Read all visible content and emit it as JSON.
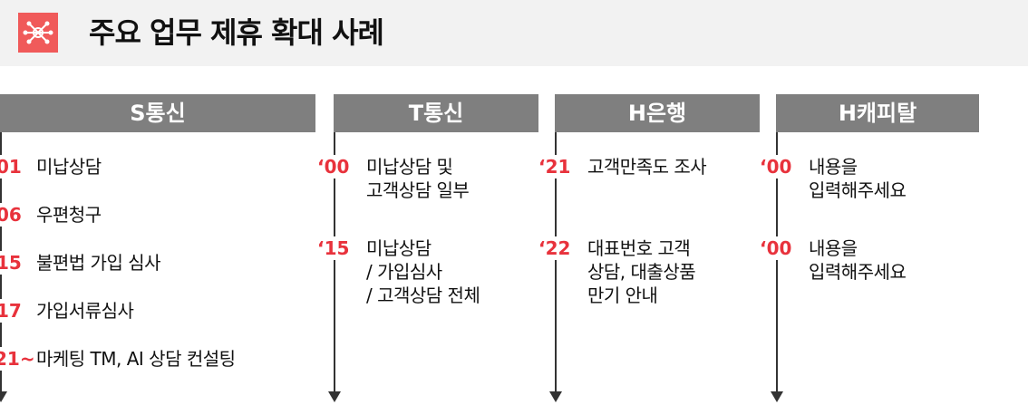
{
  "header": {
    "title": "주요 업무 제휴 확대 사례",
    "icon": "network-icon",
    "accent_color": "#f05a5a"
  },
  "columns": [
    {
      "name": "S통신",
      "entries": [
        {
          "year": "01",
          "text": "미납상담"
        },
        {
          "year": "06",
          "text": "우편청구"
        },
        {
          "year": "15",
          "text": "불편법 가입 심사"
        },
        {
          "year": "17",
          "text": "가입서류심사"
        },
        {
          "year": "21~",
          "text": "마케팅 TM,  AI 상담 컨설팅"
        }
      ]
    },
    {
      "name": "T통신",
      "entries": [
        {
          "year": "‘00",
          "lines": [
            "미납상담 및",
            "고객상담 일부"
          ]
        },
        {
          "year": "‘15",
          "lines": [
            "미납상담",
            "/ 가입심사",
            "/ 고객상담 전체"
          ]
        }
      ]
    },
    {
      "name": "H은행",
      "entries": [
        {
          "year": "‘21",
          "lines": [
            "고객만족도 조사"
          ]
        },
        {
          "year": "‘22",
          "lines": [
            "대표번호 고객",
            "상담, 대출상품",
            "만기 안내"
          ]
        }
      ]
    },
    {
      "name": "H캐피탈",
      "entries": [
        {
          "year": "‘00",
          "lines": [
            "내용을",
            "입력해주세요"
          ]
        },
        {
          "year": "‘00",
          "lines": [
            "내용을",
            "입력해주세요"
          ]
        }
      ]
    }
  ]
}
